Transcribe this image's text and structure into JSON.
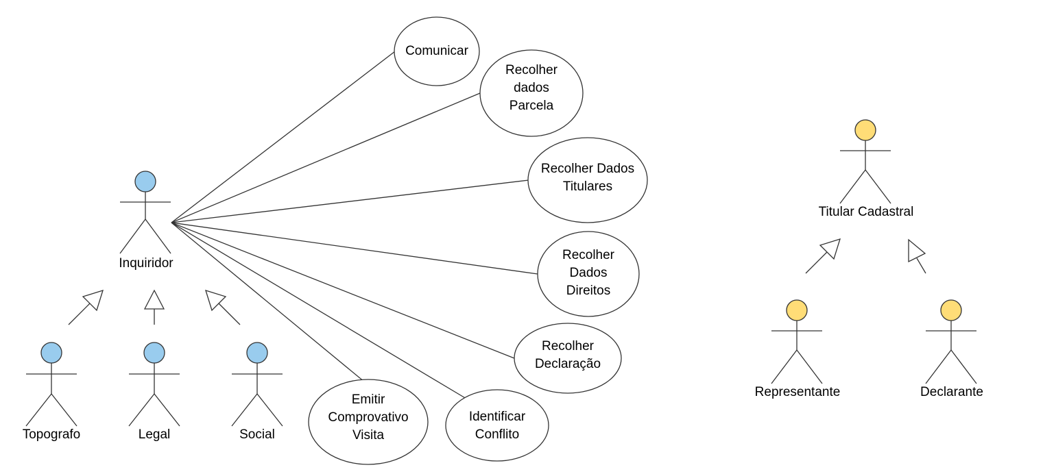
{
  "colors": {
    "inquiridor_actor": "#99ccee",
    "titular_actor": "#ffdd77",
    "line": "#333333"
  },
  "actors": {
    "inquiridor": "Inquiridor",
    "topografo": "Topografo",
    "legal": "Legal",
    "social": "Social",
    "titular": "Titular Cadastral",
    "representante": "Representante",
    "declarante": "Declarante"
  },
  "use_cases": {
    "comunicar": [
      "Comunicar"
    ],
    "recolher_parcela": [
      "Recolher",
      "dados",
      "Parcela"
    ],
    "recolher_titulares": [
      "Recolher Dados",
      "Titulares"
    ],
    "recolher_direitos": [
      "Recolher",
      "Dados",
      "Direitos"
    ],
    "recolher_declaracao": [
      "Recolher",
      "Declaração"
    ],
    "identificar_conflito": [
      "Identificar",
      "Conflito"
    ],
    "emitir_comprovativo": [
      "Emitir",
      "Comprovativo",
      "Visita"
    ]
  }
}
